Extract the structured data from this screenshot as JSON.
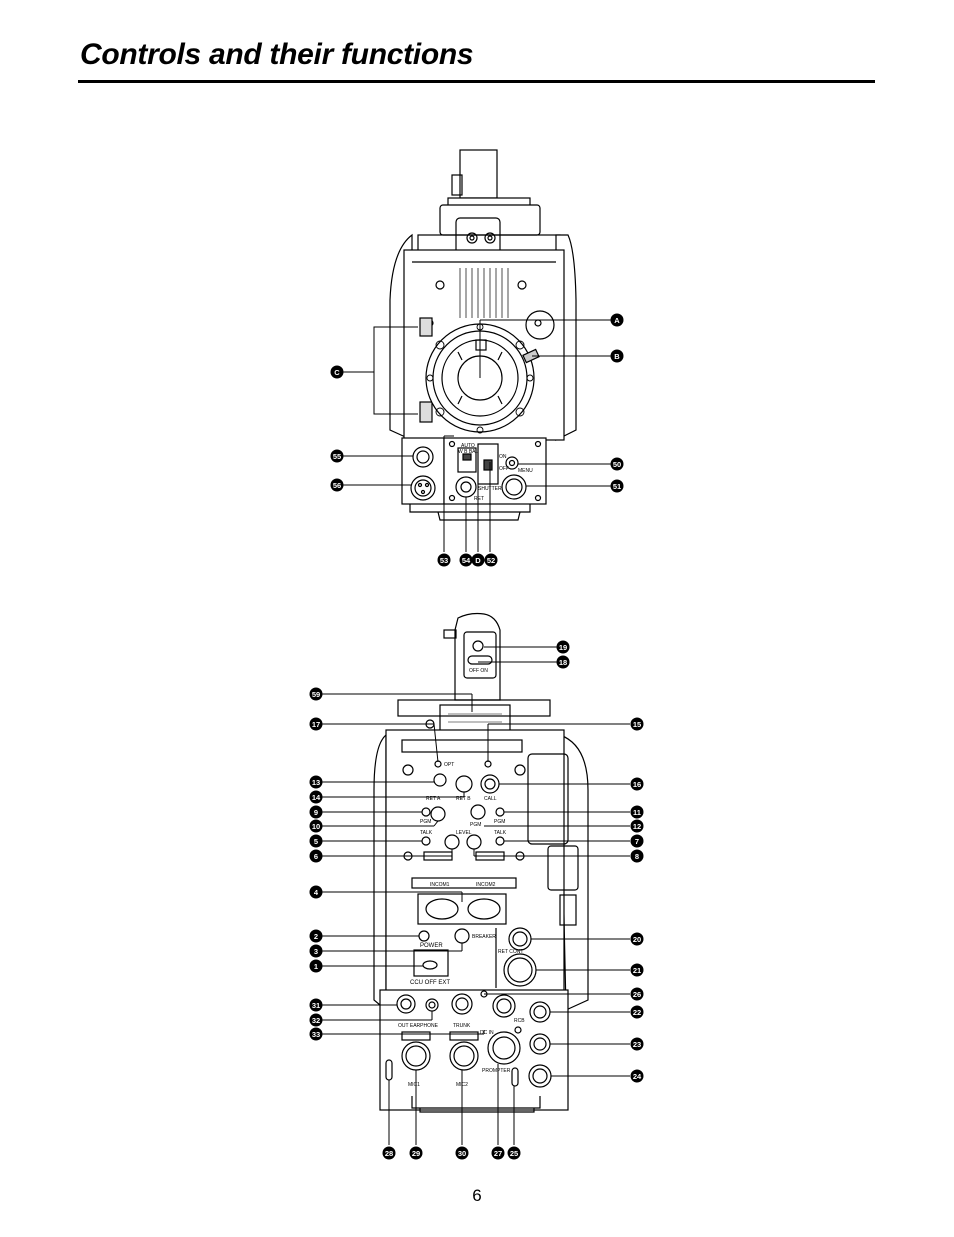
{
  "page": {
    "title": "Controls and their functions",
    "page_number": "6"
  },
  "front_view": {
    "callouts": {
      "A": "A",
      "B": "B",
      "C": "C",
      "D": "D",
      "n50": "50",
      "n51": "51",
      "n52": "52",
      "n53": "53",
      "n54": "54",
      "n55": "55",
      "n56": "56"
    },
    "panel_labels": {
      "auto": "AUTO",
      "w_b_bal": "W  B  BAL",
      "shutter": "SHUTTER",
      "menu": "MENU",
      "on": "ON",
      "off": "OFF",
      "ret": "RET"
    }
  },
  "rear_view": {
    "callouts": {
      "n1": "1",
      "n2": "2",
      "n3": "3",
      "n4": "4",
      "n5": "5",
      "n6": "6",
      "n7": "7",
      "n8": "8",
      "n9": "9",
      "n10": "10",
      "n11": "11",
      "n12": "12",
      "n13": "13",
      "n14": "14",
      "n15": "15",
      "n16": "16",
      "n17": "17",
      "n18": "18",
      "n19": "19",
      "n20": "20",
      "n21": "21",
      "n22": "22",
      "n23": "23",
      "n24": "24",
      "n25": "25",
      "n26": "26",
      "n27": "27",
      "n28": "28",
      "n29": "29",
      "n30": "30",
      "n31": "31",
      "n32": "32",
      "n33": "33",
      "n59": "59"
    },
    "panel_labels": {
      "off_on": "OFF  ON",
      "opt": "OPT",
      "ret_a": "RET A",
      "ret_b": "RET B",
      "call": "CALL",
      "pgm_left": "PGM",
      "pgm_center": "PGM",
      "pgm_right": "PGM",
      "talk_left": "TALK",
      "talk_right": "TALK",
      "level": "LEVEL",
      "incom1": "INCOM1",
      "incom2": "INCOM2",
      "power": "POWER",
      "breaker": "BREAKER",
      "ret_cont": "RET\nCONT",
      "ccu_off_ext": "CCU  OFF  EXT",
      "out_earphone": "OUT   EARPHONE",
      "trunk": "TRUNK",
      "dc_in": "DC IN",
      "rcb": "RCB",
      "mic1": "MIC1",
      "mic2": "MIC2",
      "prompter": "PROMPTER"
    }
  }
}
